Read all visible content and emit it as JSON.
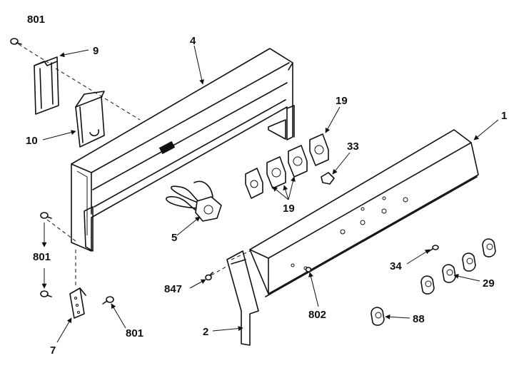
{
  "labels": {
    "p801_top": "801",
    "p9": "9",
    "p4": "4",
    "p19_top": "19",
    "p1": "1",
    "p10": "10",
    "p33": "33",
    "p19_bottom": "19",
    "p5": "5",
    "p801_left": "801",
    "p34": "34",
    "p847": "847",
    "p29": "29",
    "p802": "802",
    "p801_bottom": "801",
    "p88": "88",
    "p2": "2",
    "p7": "7"
  }
}
